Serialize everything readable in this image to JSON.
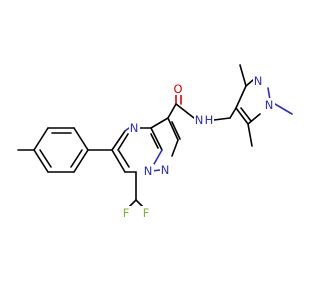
{
  "colors": {
    "background": "#ffffff",
    "carbon_bond": "#000000",
    "nitrogen": "#2b2bd6",
    "oxygen": "#e00000",
    "fluorine": "#79b82c"
  },
  "atoms": {
    "o_carbonyl": "O",
    "n_amide": "N",
    "h_amide": "H",
    "n_pyrimidine": "N",
    "n_bridge": "N",
    "n_pyrazole_fused": "N",
    "f_left": "F",
    "f_right": "F",
    "n_pyrazole_top": "N",
    "n_pyrazole_methyl": "N"
  }
}
